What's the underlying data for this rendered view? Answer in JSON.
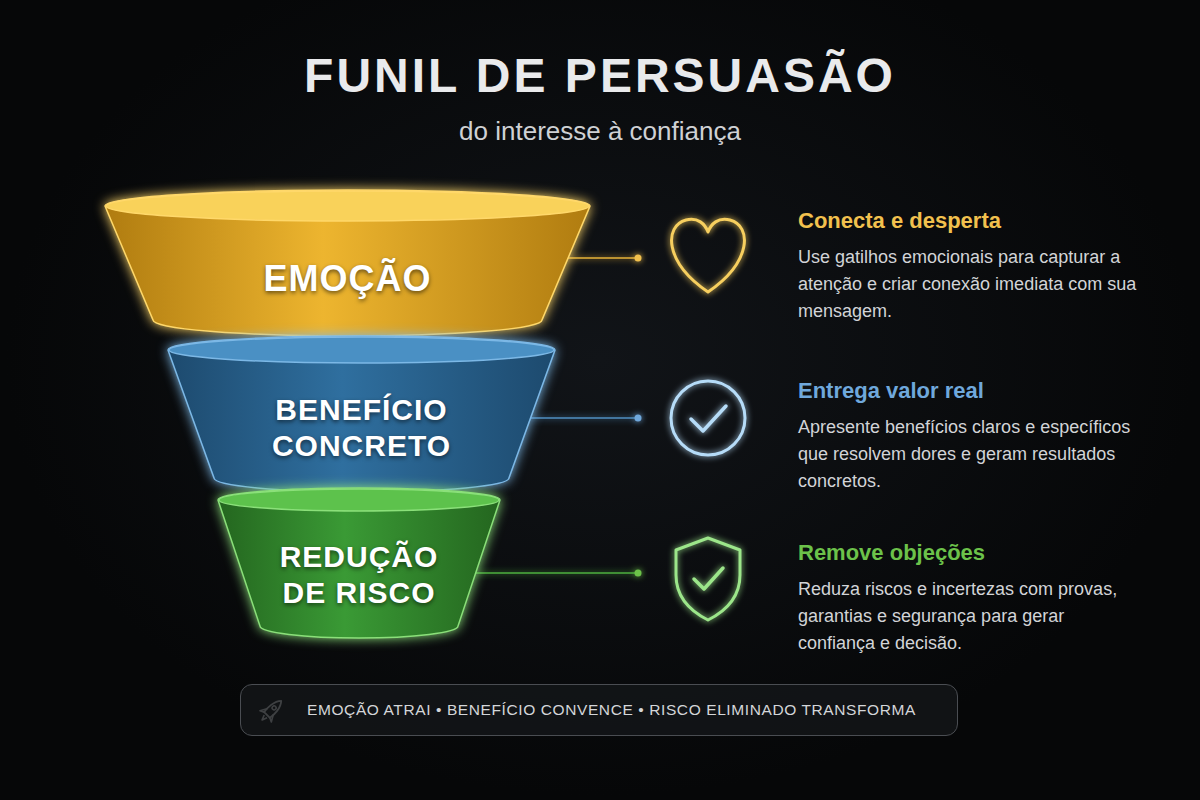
{
  "diagram": {
    "title": "FUNIL DE PERSUASÃO",
    "nodes": [
      {
        "text": [
          "EMOÇÃO"
        ]
      },
      {
        "text": [
          "BENEFÍCIO CONCRETO"
        ]
      },
      {
        "text": [
          "REDUÇÃO DE RISCO"
        ]
      },
      {
        "text": [
          "EMOÇÃO ATRAI • BENEFÍCIO CONVENCE • RISCO ELIMINADO TRANSFORMA"
        ]
      }
    ],
    "labels": [
      "do interesse à confiança",
      "Conecta e desperta",
      "Use gatilhos emocionais para capturar a atenção e criar conexão imediata com sua mensagem.",
      "Entrega valor real",
      "Apresente benefícios claros e específicos que resolvem dores e geram resultados concretos.",
      "Remove objeções",
      "Reduza riscos e incertezas com provas, garantias e segurança para gerar confiança e decisão."
    ]
  }
}
